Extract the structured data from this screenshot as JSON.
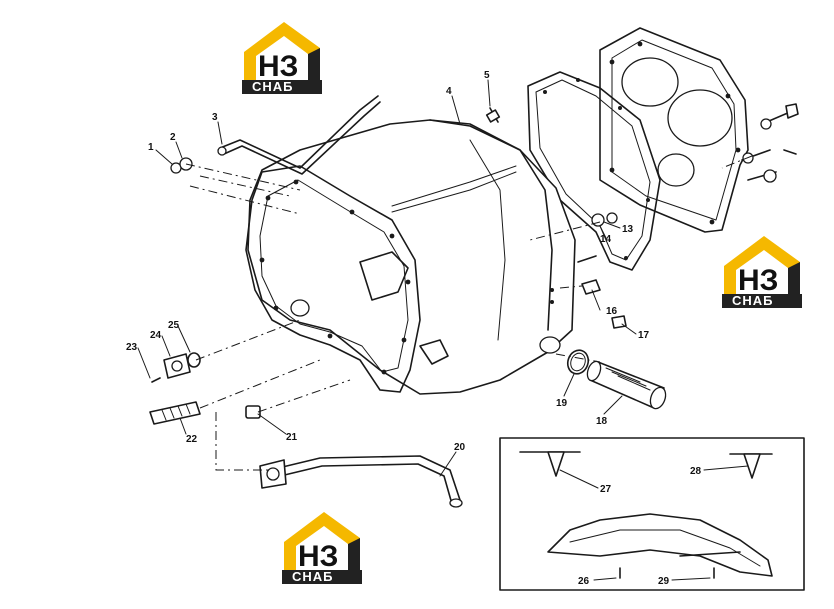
{
  "logo": {
    "letters": "НЗ",
    "word": "СНАБ",
    "accent": "#f5b800",
    "dark": "#222222"
  },
  "callouts": {
    "c1": "1",
    "c2": "2",
    "c3": "3",
    "c4": "4",
    "c5": "5",
    "c13": "13",
    "c14": "14",
    "c16": "16",
    "c17": "17",
    "c18": "18",
    "c19": "19",
    "c20": "20",
    "c21": "21",
    "c22": "22",
    "c23": "23",
    "c24": "24",
    "c25": "25",
    "c26": "26",
    "c27": "27",
    "c28": "28",
    "c29": "29"
  }
}
